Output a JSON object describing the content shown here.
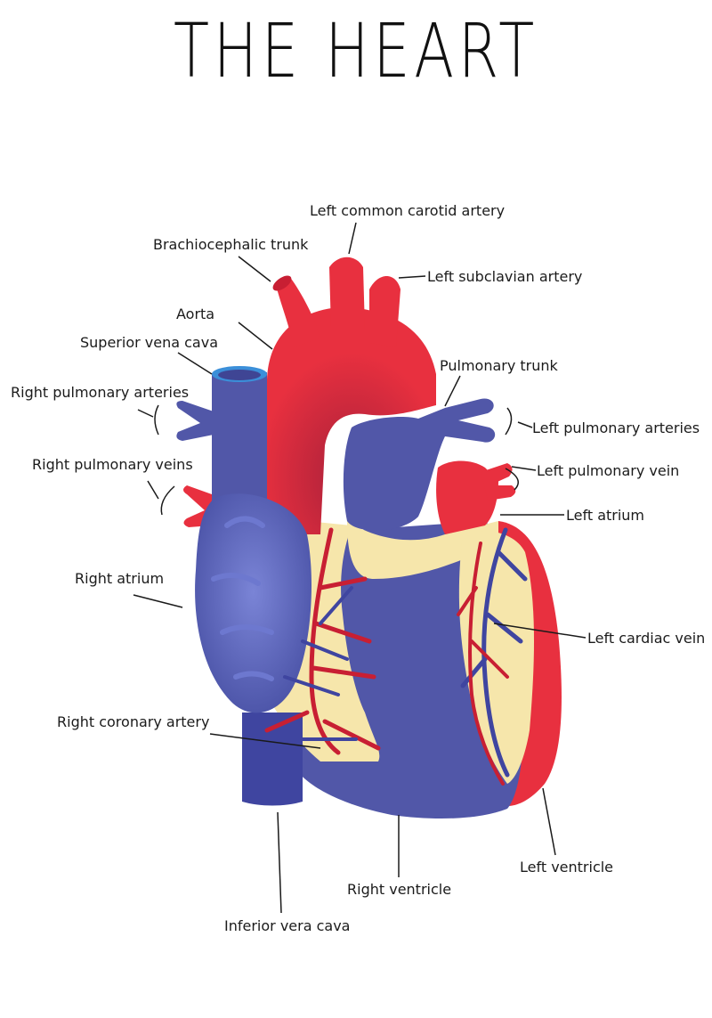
{
  "title": "THE HEART",
  "colors": {
    "oxygenated": "#e8303f",
    "deoxygenated": "#5157a8",
    "fat": "#f6e6ab",
    "leader": "#1a1a1a"
  },
  "labels": {
    "left_common_carotid_artery": "Left common carotid artery",
    "brachiocephalic_trunk": "Brachiocephalic trunk",
    "left_subclavian_artery": "Left subclavian artery",
    "aorta": "Aorta",
    "superior_vena_cava": "Superior vena cava",
    "pulmonary_trunk": "Pulmonary trunk",
    "right_pulmonary_arteries": "Right  pulmonary arteries",
    "left_pulmonary_arteries": "Left pulmonary arteries",
    "right_pulmonary_veins": "Right pulmonary veins",
    "left_pulmonary_vein": "Left pulmonary vein",
    "left_atrium": "Left atrium",
    "right_atrium": "Right atrium",
    "left_cardiac_vein": "Left cardiac vein",
    "right_coronary_artery": "Right coronary artery",
    "left_ventricle": "Left ventricle",
    "right_ventricle": "Right ventricle",
    "inferior_vena_cava": "Inferior vera cava"
  }
}
